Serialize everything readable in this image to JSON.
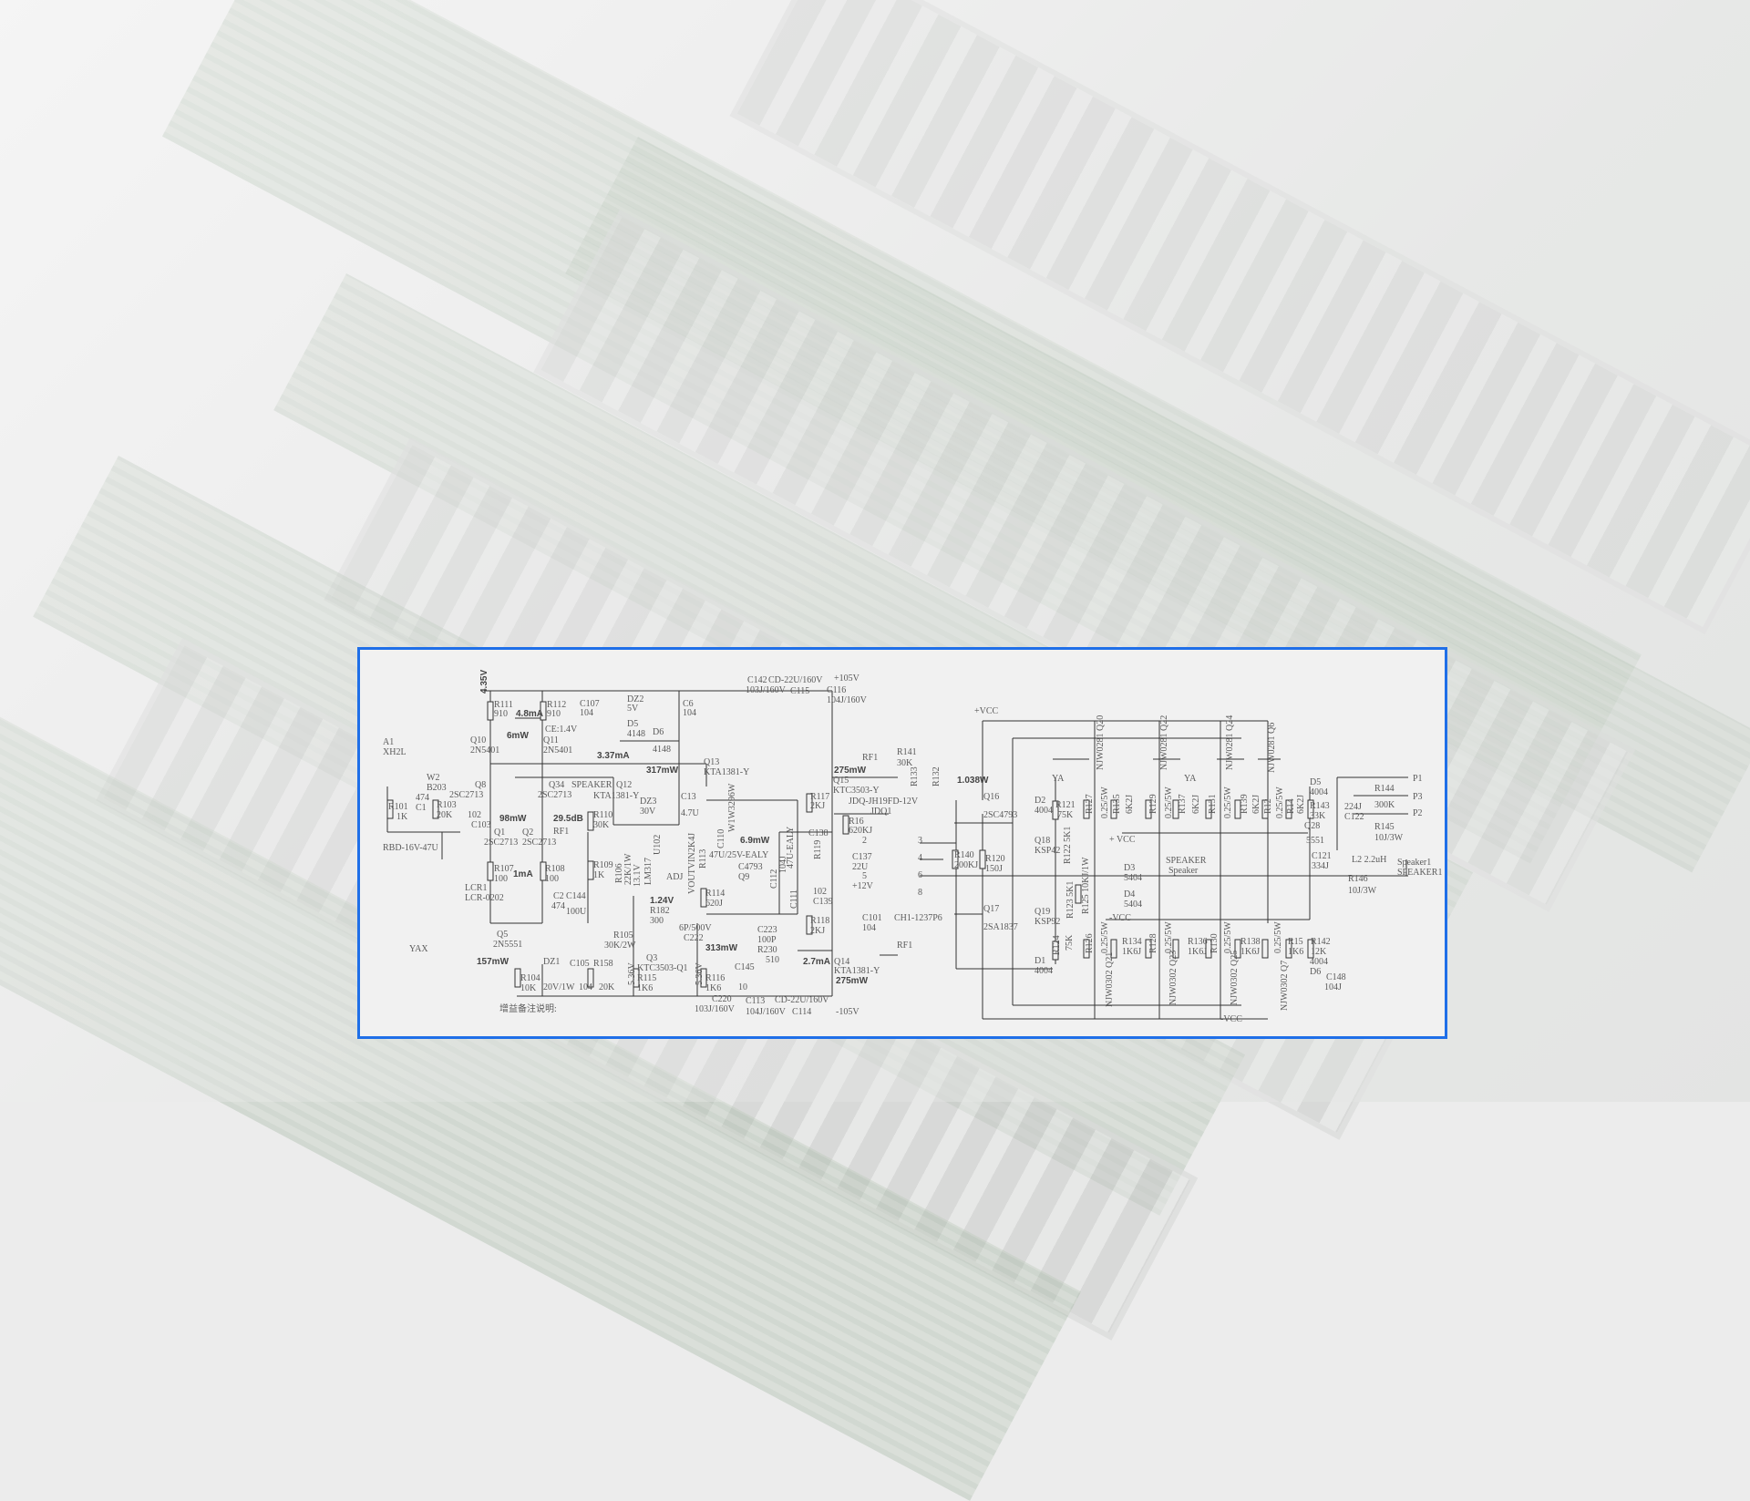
{
  "colors": {
    "frame": "#1f6fe8",
    "panel": "#f1f1f1",
    "wire": "#333333",
    "label": "#5a5a5a"
  },
  "background": {
    "description_icon": "amplifier-photo"
  },
  "schematic": {
    "labels": {
      "v435": "4.35V",
      "r111": "R111",
      "r111v": "910",
      "ma48": "4.8mA",
      "r112": "R112",
      "r112v": "910",
      "c107": "C107",
      "c107v": "104",
      "dz2": "DZ2",
      "dz2v": "5V",
      "c6": "C6",
      "c6v": "104",
      "d5": "D5",
      "d5v": "4148",
      "d6": "D6",
      "d6v": "4148",
      "mw6": "6mW",
      "ce": "CE:1.4V",
      "q10": "Q10",
      "q10v": "2N5401",
      "q11": "Q11",
      "q11v": "2N5401",
      "ma337": "3.37mA",
      "a1": "A1",
      "a1v": "XH2L",
      "q13": "Q13",
      "q13v": "KTA1381-Y",
      "mw317": "317mW",
      "mw275a": "275mW",
      "q15": "Q15",
      "q15v": "KTC3503-Y",
      "rf1a": "RF1",
      "q8": "Q8",
      "q8v": "2SC2713",
      "q34": "Q34",
      "q34v": "2SC2713",
      "speaker": "SPEAKER",
      "q12": "Q12",
      "q12v": "KTA1381-Y",
      "w2": "W2",
      "w2v": "B203",
      "c474": "474",
      "r101": "R101",
      "r101v": "1K",
      "c1": "C1",
      "r103": "R103",
      "r103v": "20K",
      "c103v": "102",
      "c103": "C103",
      "mw98": "98mW",
      "db295": "29.5dB",
      "r110": "R110",
      "r110v": "30K",
      "dz3": "DZ3",
      "dz3v": "30V",
      "c13": "C13",
      "c13v": "4.7U",
      "r117": "R117",
      "r117v": "2KJ",
      "jdq": "JDQ-JH19FD-12V",
      "jdq1": "JDQ1",
      "q1": "Q1",
      "q1v": "2SC2713",
      "q2": "Q2",
      "q2v": "2SC2713",
      "rf1b": "RF1",
      "rbd": "RBD-16V-47U",
      "mw69": "6.9mW",
      "r16": "R16",
      "r16v": "620KJ",
      "c138": "C138",
      "w1": "W1W3296W",
      "c110": "C110",
      "r107": "R107",
      "r107v": "100",
      "ma1": "1mA",
      "r108": "R108",
      "r108v": "100",
      "r109": "R109",
      "r109v": "1K",
      "lm317": "LM317",
      "u102": "U102",
      "v131": "13.1V",
      "adj": "ADJ",
      "vout": "VOUTVIN",
      "r106": "R106",
      "r106v": "22K/1W",
      "r113": "R113",
      "r2k4": "2K4J",
      "cap47": "47U/25V-EALY",
      "c4793": "C4793",
      "q9": "Q9",
      "c111": "C111",
      "c111v": "47U-EALY",
      "c112": "C112",
      "c112v": "104J",
      "r119": "R119",
      "c137": "C137",
      "c137v": "22U",
      "lcr1": "LCR1",
      "lcr1v": "LCR-0202",
      "c2": "C2",
      "c2v": "474",
      "c144": "C144",
      "c144v": "100U",
      "v124": "1.24V",
      "r182": "R182",
      "r182v": "300",
      "r114": "R114",
      "r114v": "620J",
      "v12": "+12V",
      "c139v": "102",
      "c139": "C139",
      "r118": "R118",
      "r118v": "2KJ",
      "c101": "C101",
      "c101v": "104",
      "q5": "Q5",
      "q5v": "2N5551",
      "yax": "YAX",
      "r105": "R105",
      "r105v": "30K/2W",
      "c222v": "6P/500V",
      "c222": "C222",
      "c223": "C223",
      "c223v": "100P",
      "r230": "R230",
      "r230v": "510",
      "mw313": "313mW",
      "q3": "Q3",
      "q3v": "KTC3503-Q1",
      "ma27": "2.7mA",
      "q14": "Q14",
      "q14v": "KTA1381-Y",
      "mw275b": "275mW",
      "mw157": "157mW",
      "dz1": "DZ1",
      "dz1v": "20V/1W",
      "c105": "C105",
      "c105v": "104",
      "r158": "R158",
      "r158v": "20K",
      "r104": "R104",
      "r104v": "10K",
      "r115": "R115",
      "r115v": "1K6",
      "r116": "R116",
      "r116v": "1K6",
      "c145": "C145",
      "c145v": "10",
      "v536a": "5.36V",
      "v536b": "5.36V",
      "c220": "C220",
      "c220v": "103J/160V",
      "c113": "C113",
      "c113v": "104J/160V",
      "c114a": "CD-22U/160V",
      "c114": "C114",
      "vm105": "-105V",
      "note": "增益备注说明:",
      "c142": "C142",
      "c142v": "103J/160V",
      "c115a": "CD-22U/160V",
      "c115": "C115",
      "c116": "C116",
      "c116v": "104J/160V",
      "vp105": "+105V",
      "r141": "R141",
      "r141v": "30K",
      "p2a": "2",
      "p5a": "5",
      "ch1": "CH1-1237P6",
      "rf1c": "RF1",
      "vcc1": "+VCC",
      "r133": "R133",
      "r132": "R132",
      "w1038": "1.038W",
      "q16": "Q16",
      "q16v": "2SC4793",
      "ya1": "YA",
      "d2": "D2",
      "d2v": "4004",
      "r121": "R121",
      "r121v": "75K",
      "q18": "Q18",
      "q18v": "KSP42",
      "r122": "R122 5K1",
      "q20": "NJW0281 Q20",
      "r127": "R127",
      "w025a": "0.25/5W",
      "r135": "R135",
      "r135v": "6K2J",
      "q22": "NJW0281 Q22",
      "ya2": "YA",
      "r129": "R129",
      "w025b": "0.25/5W",
      "r137": "R137",
      "r137v": "6K2J",
      "q24": "NJW0281 Q24",
      "r131": "R131",
      "w025c": "0.25/5W",
      "r139": "R139",
      "r139v": "6K2J",
      "q6": "NJW0281 Q6",
      "r12": "R12",
      "w025d": "0.25/5W",
      "r14": "R14",
      "r14v": "6K2J",
      "r143": "R143",
      "r143v": "33K",
      "d5b": "D5",
      "d5bv": "4004",
      "p1": "P1",
      "p3": "P3",
      "p2": "P2",
      "r144": "R144",
      "r144v": "300K",
      "c122v": "224J",
      "c122": "C122",
      "r145": "R145",
      "r145v": "10J/3W",
      "vcc2": "+ VCC",
      "q28": "Q28",
      "q28v": "5551",
      "c121": "C121",
      "c121v": "334J",
      "l2": "L2 2.2uH",
      "spk1": "Speaker1",
      "spk1b": "SPEAKER1",
      "spkc": "SPEAKER",
      "spkd": "Speaker",
      "r146": "R146",
      "r146v": "10J/3W",
      "d3": "D3",
      "d3v": "5404",
      "d4": "D4",
      "d4v": "5404",
      "r125": "R125 10KJ/1W",
      "r140": "R140",
      "r140v": "200KJ",
      "r120": "R120",
      "r120v": "150J",
      "pin3": "3",
      "pin4": "4",
      "pin6": "6",
      "pin8": "8",
      "q17": "Q17",
      "q17v": "2SA1837",
      "q19": "Q19",
      "q19v": "KSP92",
      "r123": "R123 5K1",
      "vccm": "-VCC",
      "r124": "R124",
      "r124v": "75K",
      "d1": "D1",
      "d1v": "4004",
      "r126": "R126",
      "w025e": "0.25/5W",
      "r134": "R134",
      "r134v": "1K6J",
      "r128": "R128",
      "w025f": "0.25/5W",
      "r136": "R136",
      "r136v": "1K6J",
      "r130": "R130",
      "w025g": "0.25/5W",
      "r138": "R138",
      "r138v": "1K6J",
      "w025h": "0.25/5W",
      "r15": "R15",
      "r15v": "1K6",
      "r142": "R142",
      "r142v": "12K",
      "d6b": "D6",
      "d6bv": "4004",
      "c148": "C148",
      "c148v": "104J",
      "q21": "NJW0302 Q21",
      "q23": "NJW0302 Q23",
      "q25": "NJW0302 Q25",
      "q7": "NJW0302 Q7",
      "vccb": "-VCC"
    }
  }
}
